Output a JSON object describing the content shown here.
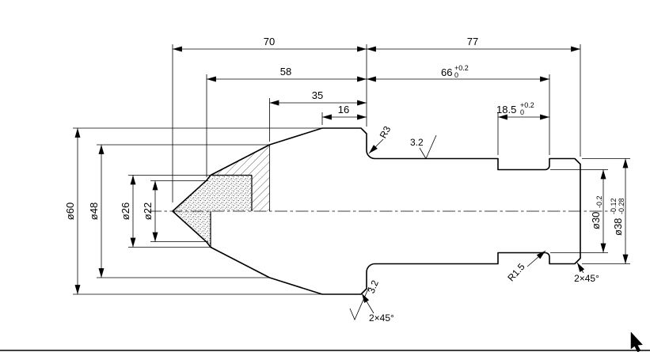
{
  "drawing": {
    "linear": {
      "d70": "70",
      "d77": "77",
      "d58": "58",
      "d66": {
        "value": "66",
        "upper": "+0.2",
        "lower": "0"
      },
      "d35": "35",
      "d16": "16",
      "d185": {
        "value": "18.5",
        "upper": "+0.2",
        "lower": "0"
      }
    },
    "diameters": {
      "d60": "ø60",
      "d48": "ø48",
      "d26": "ø26",
      "d22": "ø22",
      "d30": {
        "value": "ø30",
        "tol": "-0.2"
      },
      "d38": {
        "value": "ø38",
        "upper": "-0.12",
        "lower": "-0.28"
      }
    },
    "callouts": {
      "radius_shoulder": "R3",
      "radius_groove": "R1.5",
      "chamfer_shoulder": "2×45°",
      "chamfer_end": "2×45°",
      "roughness_shank": "3.2",
      "roughness_shoulder": "3.2"
    }
  }
}
